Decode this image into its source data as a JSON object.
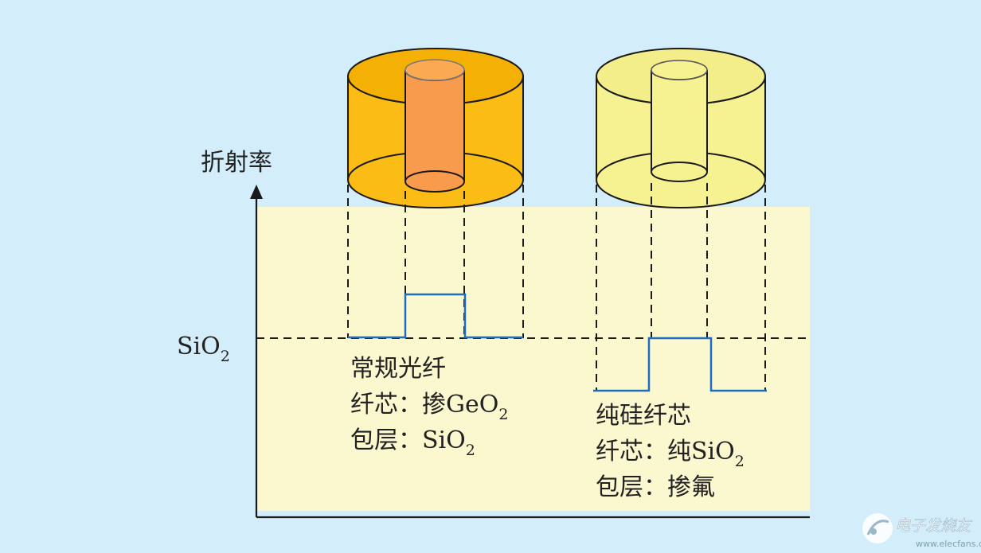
{
  "axis": {
    "y_label": "折射率",
    "reference_label": {
      "main": "SiO",
      "sub": "2"
    }
  },
  "fibers": [
    {
      "id": "conventional",
      "title": "常规光纤",
      "core_line": {
        "prefix": "纤芯：掺GeO",
        "sub": "2"
      },
      "cladding_line": {
        "prefix": "包层：SiO",
        "sub": "2"
      },
      "index_profile": {
        "cladding_level": "equal to SiO2 reference",
        "core_level": "above SiO2 reference"
      },
      "colors": {
        "cladding": "#fbbd15",
        "cladding_top": "#f5b006",
        "core": "#f99b4c",
        "core_top": "#fbaa51"
      }
    },
    {
      "id": "pure-silica-core",
      "title": "纯硅纤芯",
      "core_line": {
        "prefix": "纤芯：纯SiO",
        "sub": "2"
      },
      "cladding_line": {
        "prefix": "包层：掺氟",
        "sub": ""
      },
      "index_profile": {
        "cladding_level": "below SiO2 reference",
        "core_level": "equal to SiO2 reference"
      },
      "colors": {
        "cladding": "#f6f292",
        "cladding_top": "#f3ee8a",
        "core": "#f6f292",
        "core_top": "#f6f292"
      }
    }
  ],
  "watermark": {
    "brand": "电子发烧友",
    "url": "www.elecfans.com"
  },
  "colors": {
    "background": "#d3edfa",
    "plot_area": "#fbf7cf",
    "profile_line": "#1c6ec0",
    "outline": "#1a1a1a"
  }
}
